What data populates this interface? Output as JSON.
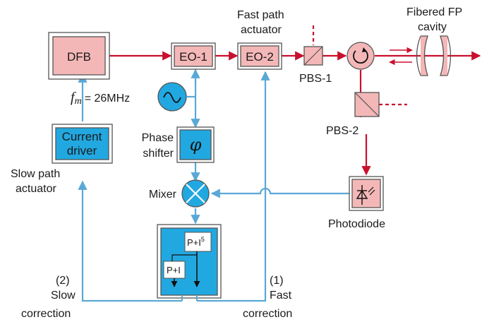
{
  "blocks": {
    "dfb": "DFB",
    "eo1": "EO-1",
    "eo2": "EO-2",
    "current_driver_line1": "Current",
    "current_driver_line2": "driver",
    "phase_shifter_line1": "Phase",
    "phase_shifter_line2": "shifter",
    "mixer": "Mixer",
    "pbs1": "PBS-1",
    "pbs2": "PBS-2",
    "photodiode": "Photodiode",
    "pi": "P+I",
    "pi5_base": "P+I",
    "pi5_exp": "5"
  },
  "labels": {
    "fast_path_line1": "Fast path",
    "fast_path_line2": "actuator",
    "fibered_fp_line1": "Fibered FP",
    "fibered_fp_line2": "cavity",
    "fm_symbol": "f",
    "fm_sub": "m",
    "fm_value": "= 26MHz",
    "slow_path_line1": "Slow path",
    "slow_path_line2": "actuator",
    "slow_corr_num": "(2)",
    "slow_corr_line1": "Slow",
    "slow_corr_line2": "correction",
    "fast_corr_num": "(1)",
    "fast_corr_line1": "Fast",
    "fast_corr_line2": "correction"
  },
  "colors": {
    "optical_path": "#c8102e",
    "electrical_path": "#5aa8d6",
    "optical_block": "#f4b7b7",
    "electrical_block": "#22a8e0"
  },
  "icons": {
    "oscillator": "sine-wave-icon",
    "circulator": "circulator-icon",
    "phase": "phi-icon",
    "mixer": "mixer-cross-icon",
    "photodiode": "photodiode-icon"
  }
}
